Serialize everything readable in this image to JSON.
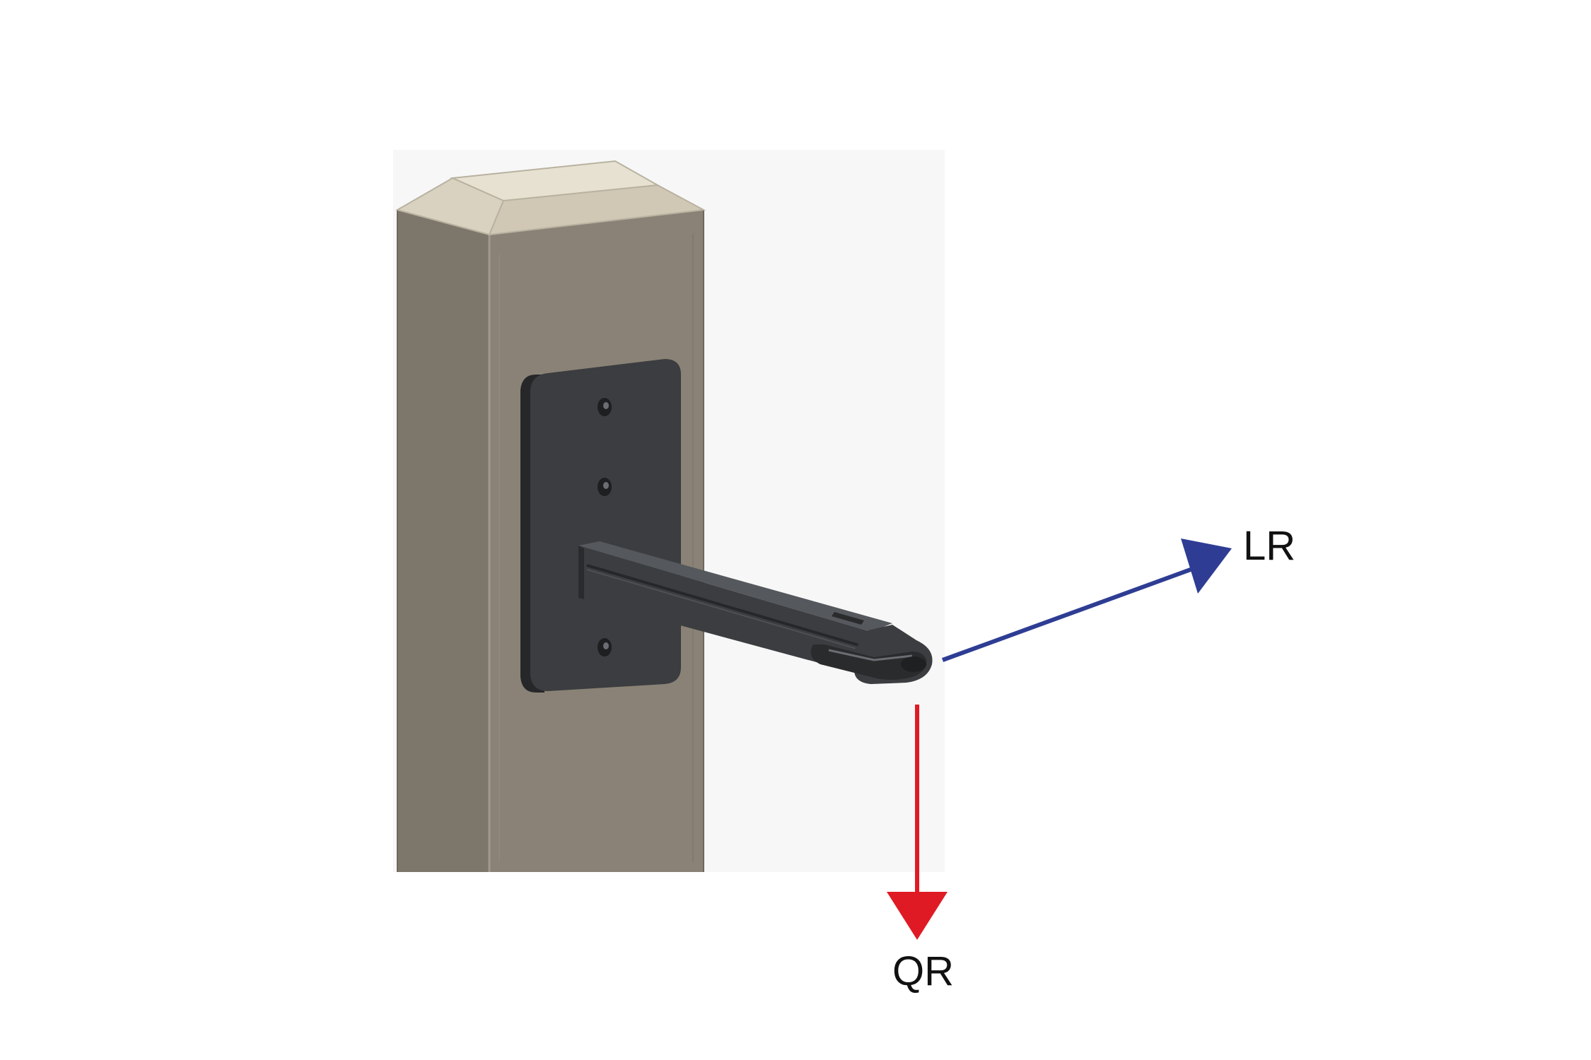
{
  "labels": {
    "lr": "LR",
    "qr": "QR"
  },
  "colors": {
    "post_front": "#8a8276",
    "post_side": "#7d766a",
    "post_edge": "#9c9587",
    "cap_top": "#e3dccb",
    "cap_side": "#d2cab7",
    "bracket": "#3b3d40",
    "bracket_dark": "#262729",
    "bracket_light": "#55585c",
    "lr_arrow": "#2e3d93",
    "qr_arrow": "#e01a24",
    "background": "#ffffff"
  },
  "icons": {
    "post": "fence-post",
    "bracket": "wall-mount-bracket"
  }
}
